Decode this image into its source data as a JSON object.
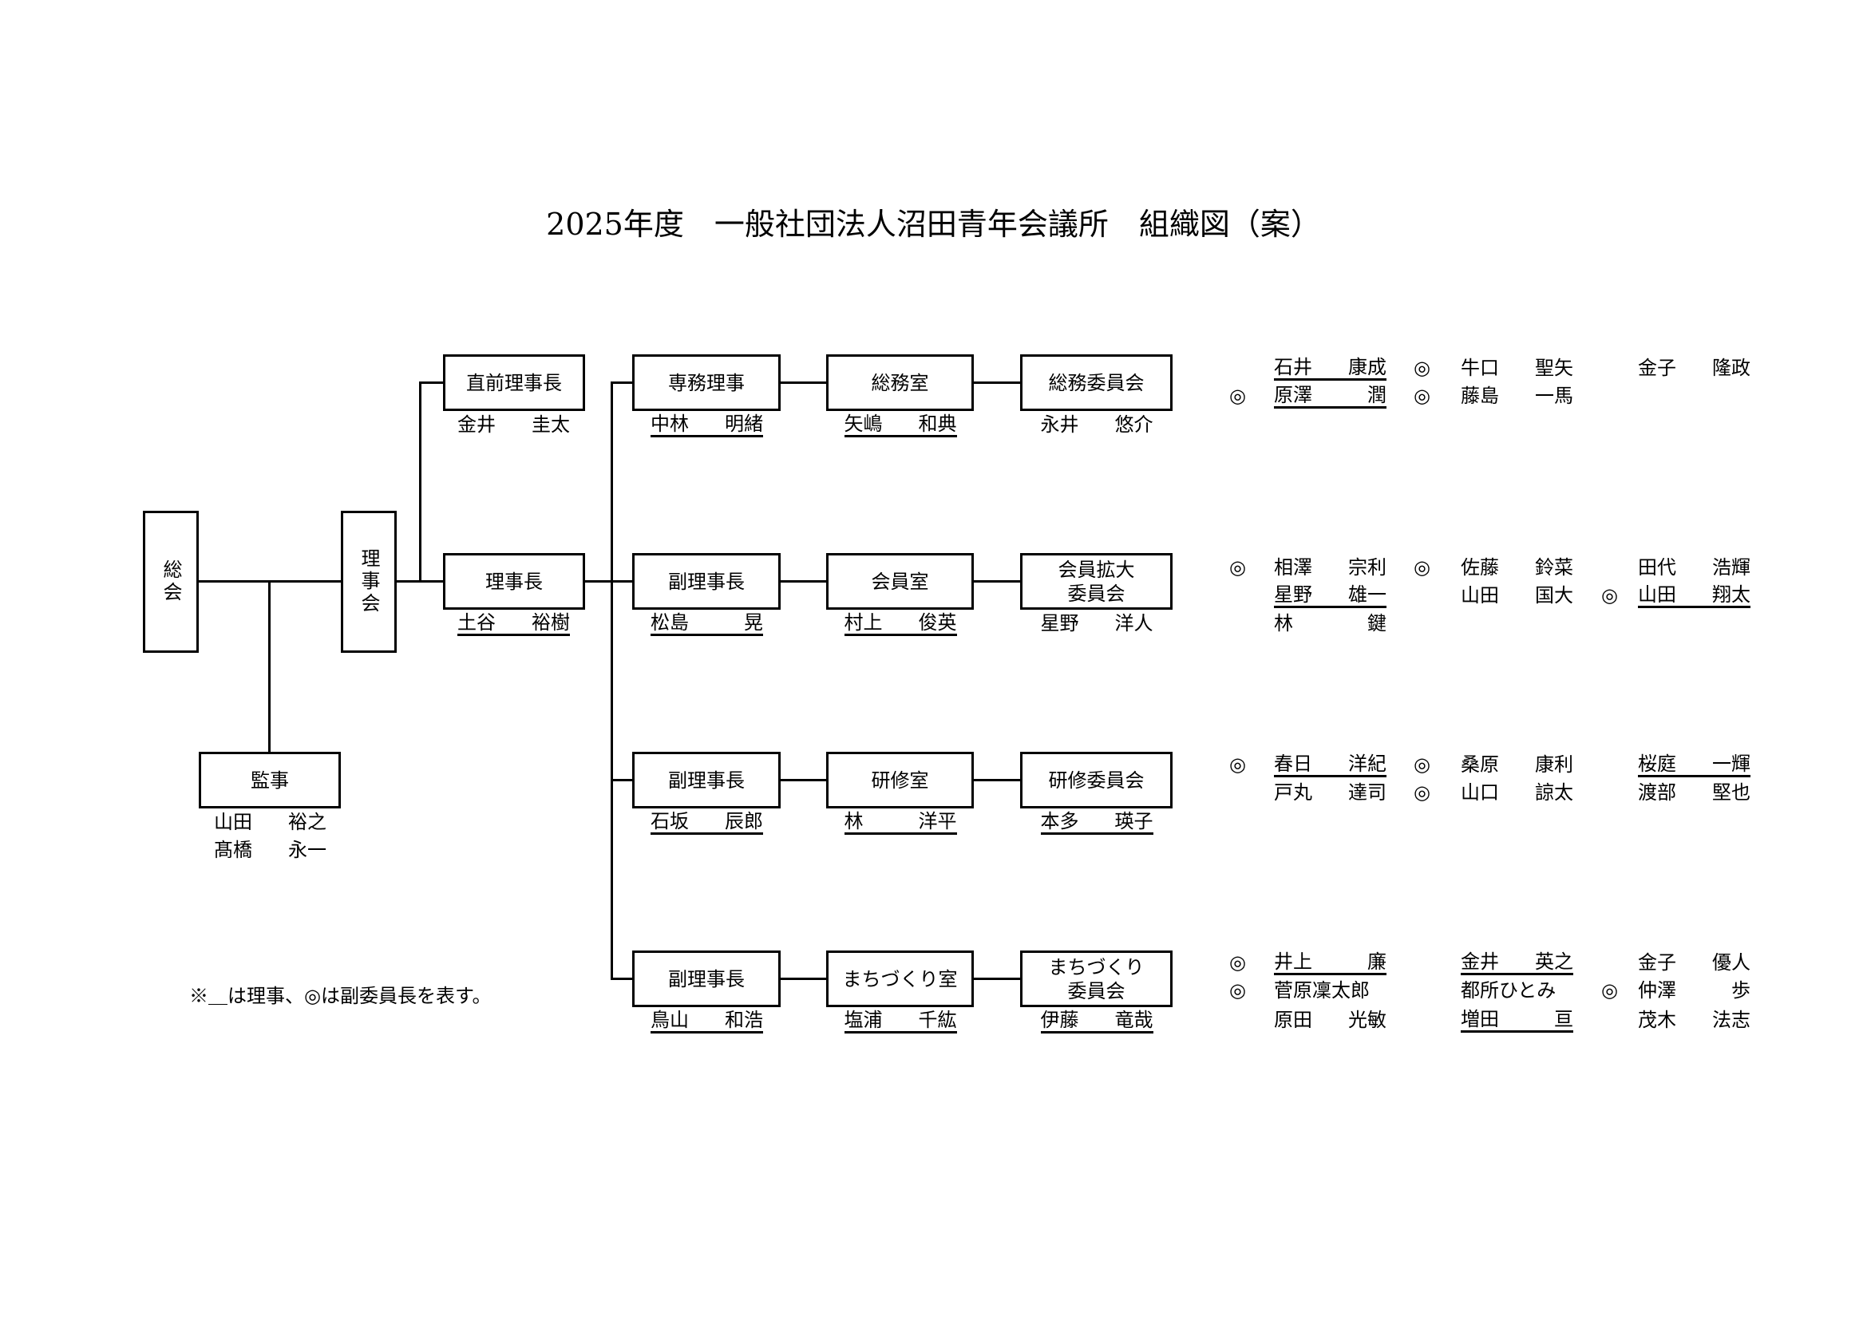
{
  "title": "2025年度　一般社団法人沼田青年会議所　組織図（案）",
  "general_assembly": "総会",
  "board": "理事会",
  "auditor": {
    "label": "監事",
    "names": [
      "山田　裕之",
      "髙橋　永一"
    ]
  },
  "past_president": {
    "label": "直前理事長",
    "name": "金井　圭太",
    "director": false
  },
  "president": {
    "label": "理事長",
    "name": "土谷　裕樹",
    "director": true
  },
  "rows": [
    {
      "officer": {
        "label": "専務理事",
        "name": "中林　明緒",
        "director": true
      },
      "office": {
        "label": "総務室",
        "name": "矢嶋　和典",
        "director": true
      },
      "committee": {
        "label": "総務委員会",
        "name": "永井　悠介",
        "director": false
      },
      "members": [
        [
          {
            "name": "石井　康成",
            "director": true,
            "vice": false
          },
          {
            "name": "原澤　潤",
            "director": true,
            "vice": true
          }
        ],
        [
          {
            "name": "牛口　聖矢",
            "director": false,
            "vice": true
          },
          {
            "name": "藤島　一馬",
            "director": false,
            "vice": true
          }
        ],
        [
          {
            "name": "金子　隆政",
            "director": false,
            "vice": false
          }
        ]
      ]
    },
    {
      "officer": {
        "label": "副理事長",
        "name": "松島　晃",
        "director": true
      },
      "office": {
        "label": "会員室",
        "name": "村上　俊英",
        "director": true
      },
      "committee": {
        "label": "会員拡大\n委員会",
        "name": "星野　洋人",
        "director": false
      },
      "members": [
        [
          {
            "name": "相澤　宗利",
            "director": false,
            "vice": true
          },
          {
            "name": "星野　雄一",
            "director": true,
            "vice": false
          },
          {
            "name": "林　鍵",
            "director": false,
            "vice": false
          }
        ],
        [
          {
            "name": "佐藤　鈴菜",
            "director": false,
            "vice": true
          },
          {
            "name": "山田　国大",
            "director": false,
            "vice": false
          }
        ],
        [
          {
            "name": "田代　浩輝",
            "director": false,
            "vice": false
          },
          {
            "name": "山田　翔太",
            "director": true,
            "vice": true
          }
        ]
      ]
    },
    {
      "officer": {
        "label": "副理事長",
        "name": "石坂　辰郎",
        "director": true
      },
      "office": {
        "label": "研修室",
        "name": "林　洋平",
        "director": true
      },
      "committee": {
        "label": "研修委員会",
        "name": "本多　瑛子",
        "director": true
      },
      "members": [
        [
          {
            "name": "春日　洋紀",
            "director": true,
            "vice": true
          },
          {
            "name": "戸丸　達司",
            "director": false,
            "vice": false
          }
        ],
        [
          {
            "name": "桑原　康利",
            "director": false,
            "vice": true
          },
          {
            "name": "山口　諒太",
            "director": false,
            "vice": true
          }
        ],
        [
          {
            "name": "桜庭　一輝",
            "director": true,
            "vice": false
          },
          {
            "name": "渡部　堅也",
            "director": false,
            "vice": false
          }
        ]
      ]
    },
    {
      "officer": {
        "label": "副理事長",
        "name": "鳥山　和浩",
        "director": true
      },
      "office": {
        "label": "まちづくり室",
        "name": "塩浦　千紘",
        "director": true
      },
      "committee": {
        "label": "まちづくり\n委員会",
        "name": "伊藤　竜哉",
        "director": true
      },
      "members": [
        [
          {
            "name": "井上　廉",
            "director": true,
            "vice": true
          },
          {
            "name": "菅原凜太郎",
            "director": false,
            "vice": true
          },
          {
            "name": "原田　光敏",
            "director": false,
            "vice": false
          }
        ],
        [
          {
            "name": "金井　英之",
            "director": true,
            "vice": false
          },
          {
            "name": "都所ひとみ",
            "director": false,
            "vice": false
          },
          {
            "name": "増田　亘",
            "director": true,
            "vice": false
          }
        ],
        [
          {
            "name": "金子　優人",
            "director": false,
            "vice": false
          },
          {
            "name": "仲澤　歩",
            "director": false,
            "vice": true
          },
          {
            "name": "茂木　法志",
            "director": false,
            "vice": false
          }
        ]
      ]
    }
  ],
  "vice_mark": "◎",
  "note": "※＿は理事、◎は副委員長を表す。"
}
